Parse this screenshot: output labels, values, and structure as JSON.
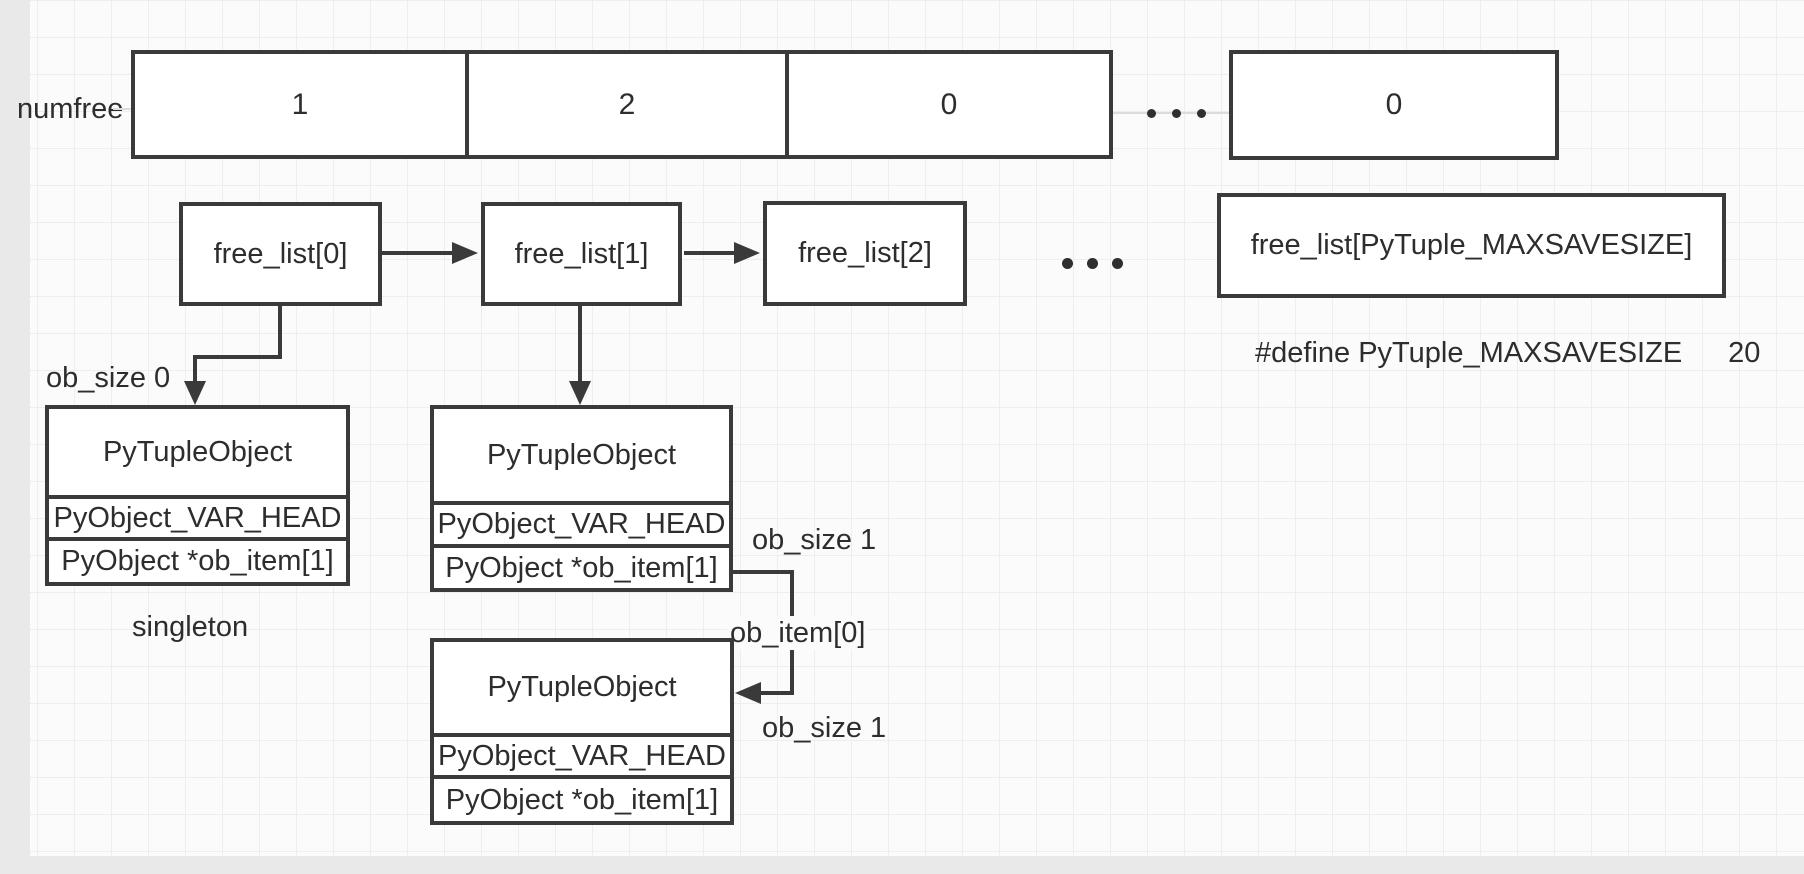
{
  "diagram": {
    "numfree_label": "numfree",
    "numfree_cells": [
      "1",
      "2",
      "0"
    ],
    "numfree_last_cell": "0",
    "free_list_nodes": [
      "free_list[0]",
      "free_list[1]",
      "free_list[2]"
    ],
    "free_list_last": "free_list[PyTuple_MAXSAVESIZE]",
    "define_text": "#define PyTuple_MAXSAVESIZE",
    "define_value": "20",
    "labels": {
      "ob_size_0": "ob_size 0",
      "singleton": "singleton",
      "ob_size_1_top": "ob_size 1",
      "ob_item_0": "ob_item[0]",
      "ob_size_1_bottom": "ob_size 1"
    },
    "tuple_boxes": [
      {
        "title": "PyTupleObject",
        "row1": "PyObject_VAR_HEAD",
        "row2": "PyObject *ob_item[1]"
      },
      {
        "title": "PyTupleObject",
        "row1": "PyObject_VAR_HEAD",
        "row2": "PyObject *ob_item[1]"
      },
      {
        "title": "PyTupleObject",
        "row1": "PyObject_VAR_HEAD",
        "row2": "PyObject *ob_item[1]"
      }
    ],
    "colors": {
      "shape_border": "#3a3a3a",
      "background": "#fbfbfb",
      "grid_line": "#eeeeee"
    }
  }
}
